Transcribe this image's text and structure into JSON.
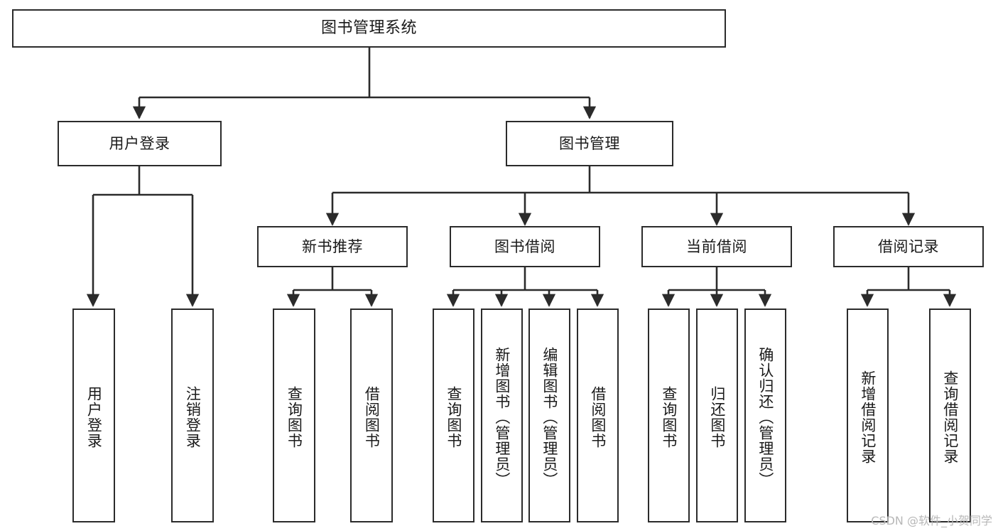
{
  "diagram": {
    "title": "图书管理系统",
    "type": "functional-structure-tree",
    "watermark": "CSDN @软件_小贺同学",
    "colors": {
      "box_border": "#2b2b2b",
      "box_fill": "#ffffff",
      "connector": "#2b2b2b",
      "text": "#1a1a1a",
      "watermark": "#b8b8b8",
      "background": "#ffffff"
    },
    "levels": {
      "root": {
        "label": "图书管理系统"
      },
      "level2": [
        {
          "label": "用户登录"
        },
        {
          "label": "图书管理"
        }
      ],
      "level3": [
        {
          "label": "新书推荐"
        },
        {
          "label": "图书借阅"
        },
        {
          "label": "当前借阅"
        },
        {
          "label": "借阅记录"
        }
      ],
      "leaves": {
        "user_login": [
          {
            "label": "用户登录"
          },
          {
            "label": "注销登录"
          }
        ],
        "new_book_recommend": [
          {
            "label": "查询图书"
          },
          {
            "label": "借阅图书"
          }
        ],
        "book_borrow": [
          {
            "label": "查询图书"
          },
          {
            "label": "新增图书（管理员）"
          },
          {
            "label": "编辑图书（管理员）"
          },
          {
            "label": "借阅图书"
          }
        ],
        "current_borrow": [
          {
            "label": "查询图书"
          },
          {
            "label": "归还图书"
          },
          {
            "label": "确认归还（管理员）"
          }
        ],
        "borrow_record": [
          {
            "label": "新增借阅记录"
          },
          {
            "label": "查询借阅记录"
          }
        ]
      }
    }
  }
}
